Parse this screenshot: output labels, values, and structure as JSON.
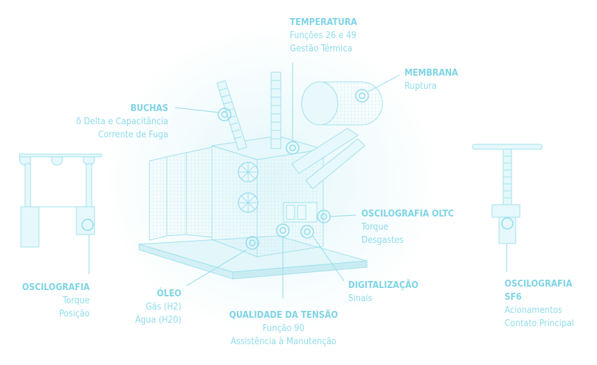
{
  "labels": {
    "temperatura": {
      "title": "TEMPERATURA",
      "lines": [
        "Funções 26 e 49",
        "Gestão Térmica"
      ]
    },
    "membrana": {
      "title": "MEMBRANA",
      "lines": [
        "Ruptura"
      ]
    },
    "buchas": {
      "title": "BUCHAS",
      "lines": [
        "δ Delta e Capacitância",
        "Corrente de Fuga"
      ]
    },
    "oscilografia_oltc": {
      "title": "OSCILOGRAFIA OLTC",
      "lines": [
        "Torque",
        "Desgastes"
      ]
    },
    "digitalizacao": {
      "title": "DIGITALIZAÇÃO",
      "lines": [
        "Sinais"
      ]
    },
    "qualidade": {
      "title": "QUALIDADE DA TENSÃO",
      "lines": [
        "Função 90",
        "Assistência à Manutenção"
      ]
    },
    "oleo": {
      "title": "ÓLEO",
      "lines": [
        "Gás (H2)",
        "Água (H20)"
      ]
    },
    "oscilografia_left": {
      "title": "OSCILOGRAFIA",
      "lines": [
        "Torque",
        "Posição"
      ]
    },
    "oscilografia_sf6": {
      "title": "OSCILOGRAFIA",
      "title2": "SF6",
      "lines": [
        "Acionamentos",
        "Contato Principal"
      ]
    }
  },
  "colors": {
    "accent": "#7fd4e6",
    "line": "#9fe0ec",
    "fill": "#e4f7fb"
  }
}
